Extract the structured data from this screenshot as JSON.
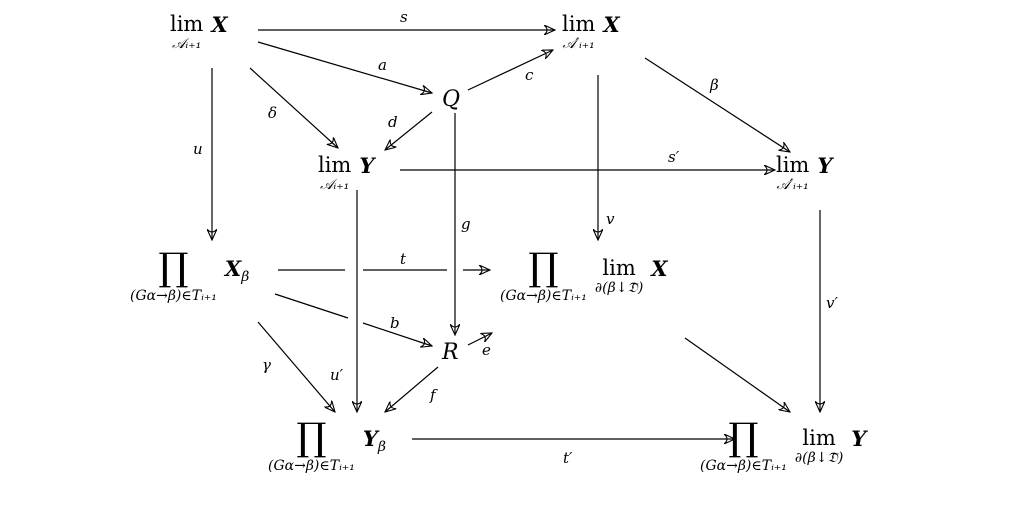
{
  "nodes": {
    "limX_A": {
      "op": "lim",
      "sub": "𝒜ᵢ₊₁",
      "obj": "X"
    },
    "limX_Ap": {
      "op": "lim",
      "sub": "𝒜′ᵢ₊₁",
      "obj": "X"
    },
    "Q": "Q",
    "limY_A": {
      "op": "lim",
      "sub": "𝒜ᵢ₊₁",
      "obj": "Y"
    },
    "limY_Ap": {
      "op": "lim",
      "sub": "𝒜′ᵢ₊₁",
      "obj": "Y"
    },
    "prodX": {
      "sym": "∏",
      "sub": "(Gα→β)∈Tᵢ₊₁",
      "obj": "X",
      "objsub": "β"
    },
    "prodLimX": {
      "sym": "∏",
      "sub": "(Gα→β)∈Tᵢ₊₁",
      "op": "lim",
      "opsub": "∂(β↓𝔇⃖)",
      "obj": "X"
    },
    "R": "R",
    "prodY": {
      "sym": "∏",
      "sub": "(Gα→β)∈Tᵢ₊₁",
      "obj": "Y",
      "objsub": "β"
    },
    "prodLimY": {
      "sym": "∏",
      "sub": "(Gα→β)∈Tᵢ₊₁",
      "op": "lim",
      "opsub": "∂(β↓𝔇⃖)",
      "obj": "Y"
    }
  },
  "edges": {
    "s": "s",
    "a": "a",
    "c": "c",
    "beta": "β",
    "delta": "δ",
    "d": "d",
    "u": "u",
    "s_prime": "s′",
    "g": "g",
    "v": "v",
    "t": "t",
    "b": "b",
    "e": "e",
    "v_prime": "v′",
    "gamma": "γ",
    "u_prime": "u′",
    "f": "f",
    "t_prime": "t′"
  }
}
